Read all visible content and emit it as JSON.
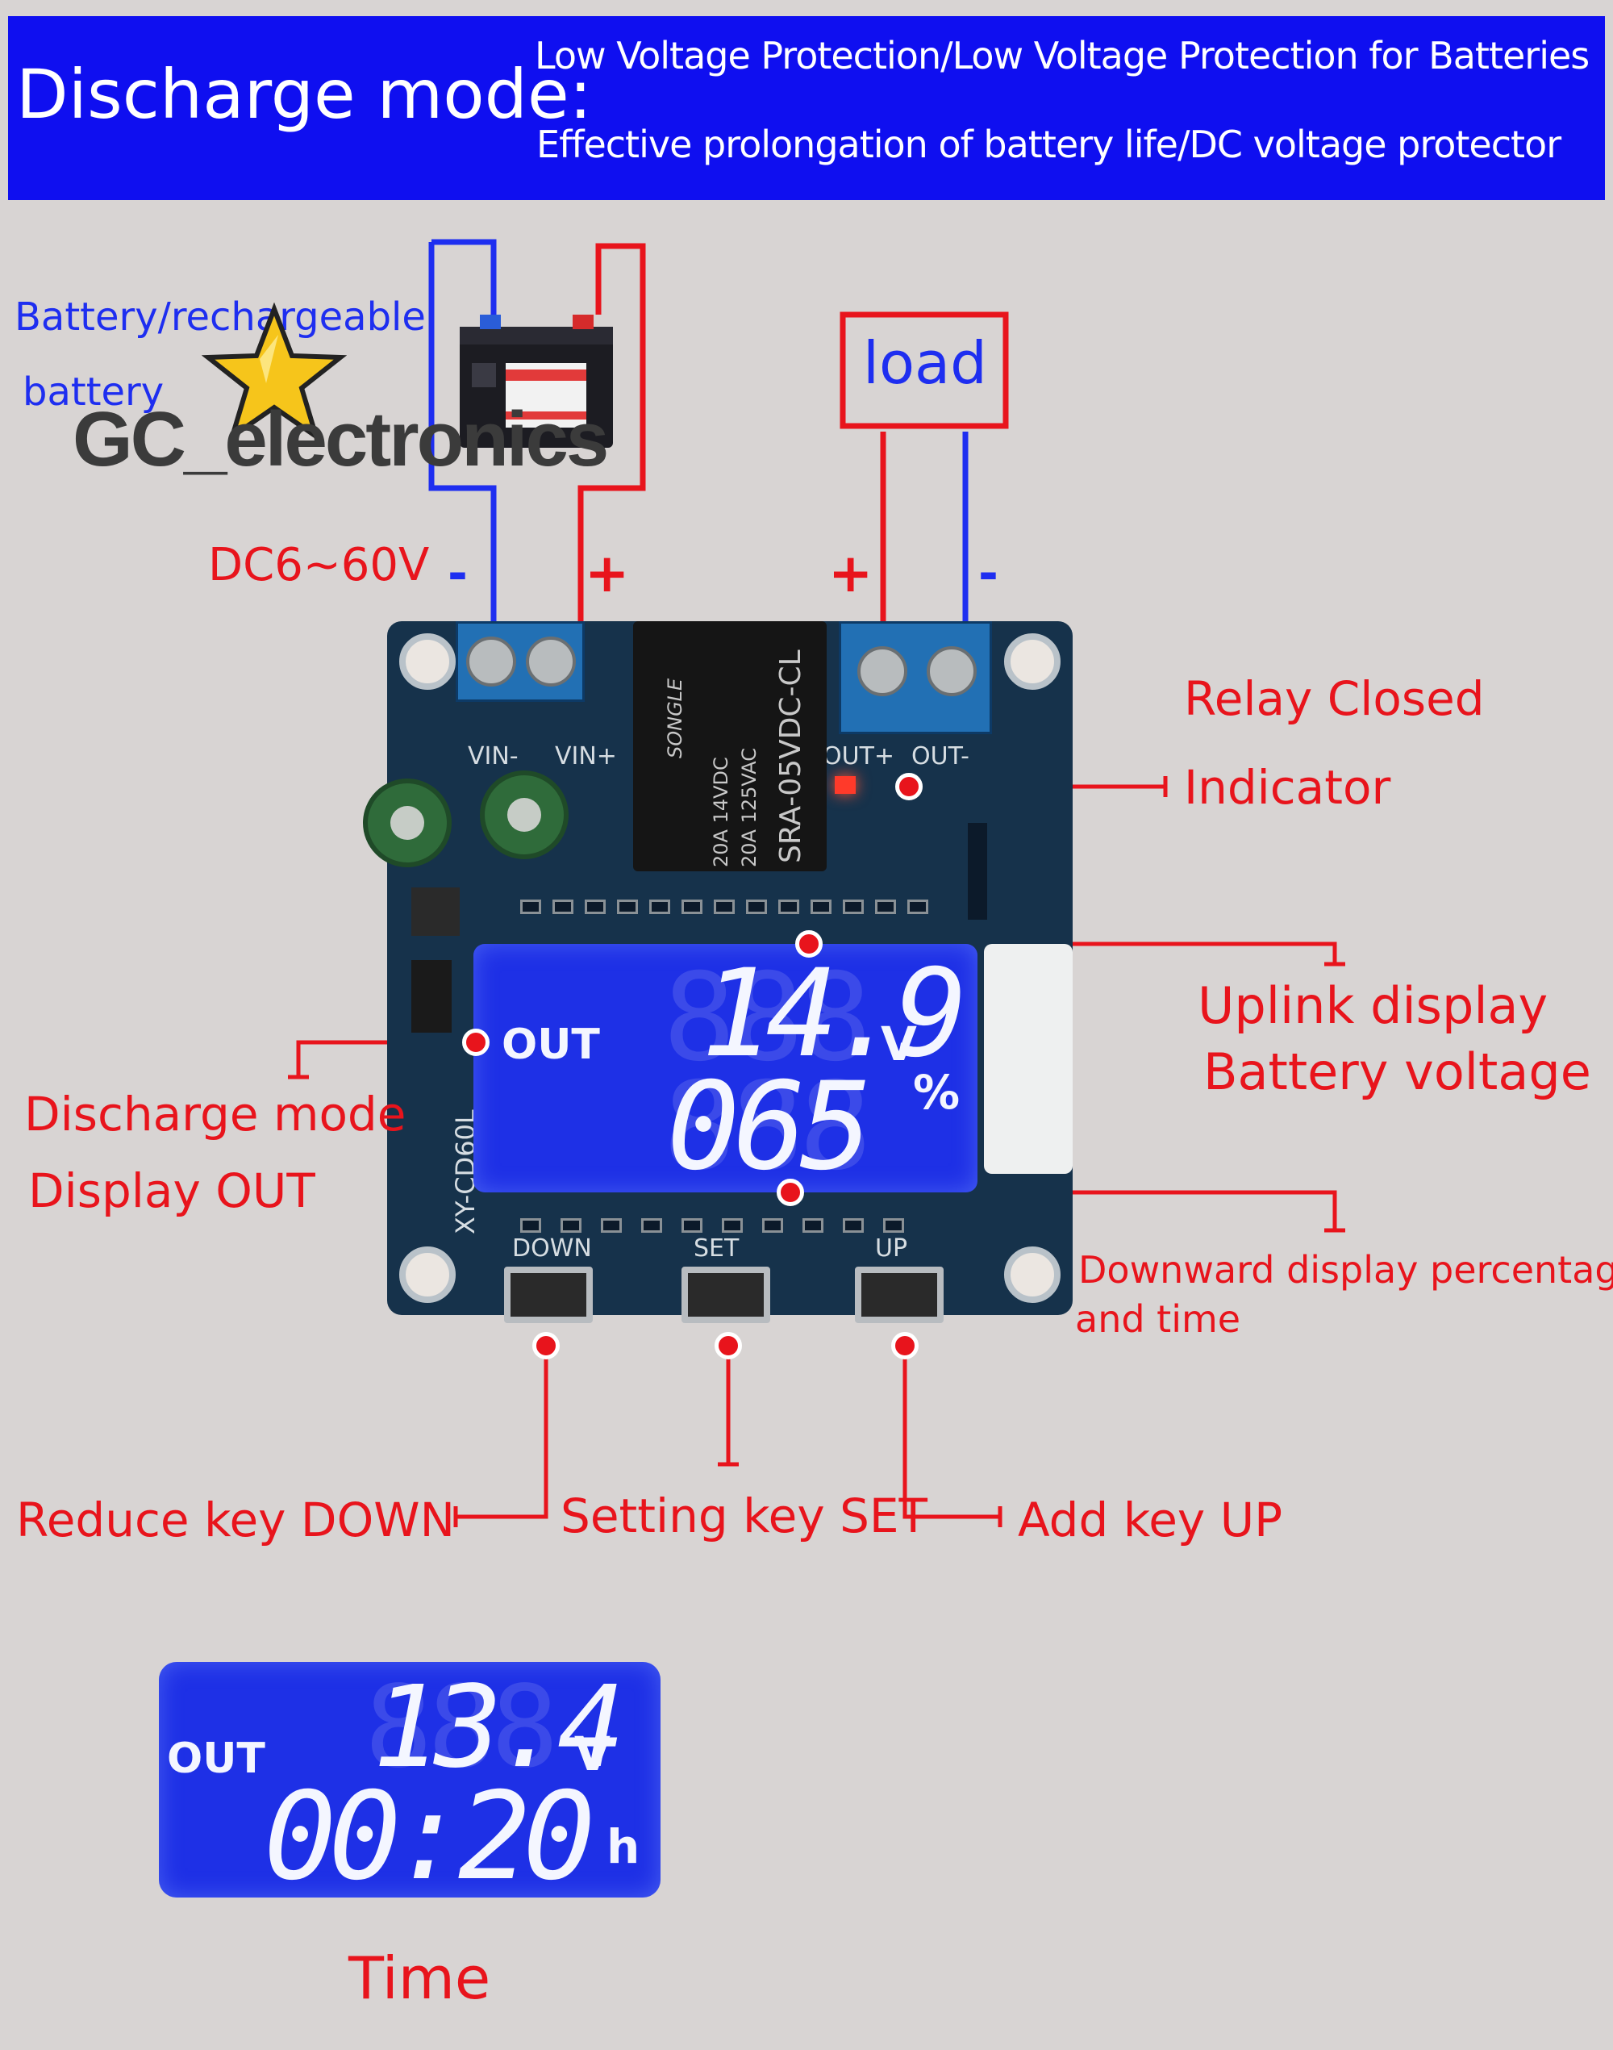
{
  "banner": {
    "title": "Discharge mode:",
    "line1": "Low Voltage Protection/Low Voltage Protection for Batteries",
    "line2": "Effective prolongation of battery life/DC voltage protector"
  },
  "wiring": {
    "battery_label_1": "Battery/rechargeable",
    "battery_label_2": "battery",
    "load_label": "load",
    "voltage_range": "DC6~60V",
    "minus_in": "-",
    "plus_in": "+",
    "plus_out": "+",
    "minus_out": "-"
  },
  "watermark": "GC_electronics",
  "board": {
    "silk_vin_minus": "VIN-",
    "silk_vin_plus": "VIN+",
    "silk_out_plus": "OUT+",
    "silk_out_minus": "OUT-",
    "silk_model": "XY-CD60L",
    "silk_down": "DOWN",
    "silk_set": "SET",
    "silk_up": "UP",
    "relay_brand": "SONGLE",
    "relay_rating_1": "20A 14VDC",
    "relay_rating_2": "20A 125VAC",
    "relay_model": "SRA-05VDC-CL"
  },
  "lcd_main": {
    "mode": "OUT",
    "voltage": "14.9",
    "voltage_unit": "V",
    "percent": "065",
    "percent_unit": "%"
  },
  "lcd_time": {
    "mode": "OUT",
    "voltage": "13.4",
    "voltage_unit": "V",
    "time": "00:20",
    "time_unit": "h"
  },
  "callouts": {
    "relay_closed_1": "Relay Closed",
    "relay_closed_2": "Indicator",
    "uplink_1": "Uplink display",
    "uplink_2": "Battery voltage",
    "discharge_1": "Discharge mode",
    "discharge_2": "Display OUT",
    "downward_1": "Downward display percentage",
    "downward_2": "and time",
    "reduce_key": "Reduce key  DOWN",
    "setting_key": "Setting key SET",
    "add_key": "Add key UP",
    "time_caption": "Time"
  },
  "colors": {
    "banner_bg": "#0f0ff0",
    "callout_red": "#e8141c",
    "wire_blue": "#1e2ef0",
    "lcd_blue": "#1e30e6",
    "page_bg": "#d8d4d3"
  }
}
